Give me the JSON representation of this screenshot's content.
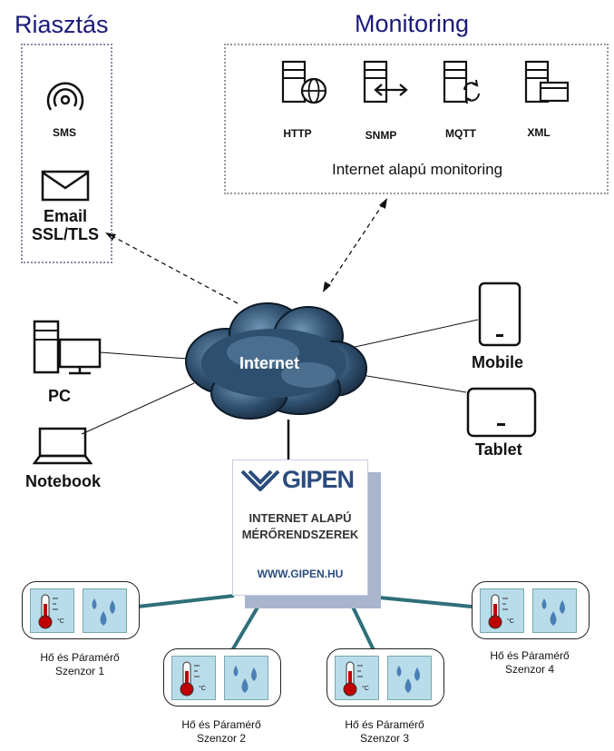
{
  "alarm": {
    "title": "Riasztás",
    "sms_label": "SMS",
    "email_label_1": "Email",
    "email_label_2": "SSL/TLS",
    "icons": [
      "wireless-icon",
      "envelope-icon"
    ]
  },
  "monitoring": {
    "title": "Monitoring",
    "protocols": [
      "HTTP",
      "SNMP",
      "MQTT",
      "XML"
    ],
    "caption": "Internet alapú monitoring"
  },
  "cloud": {
    "label": "Internet"
  },
  "devices": {
    "pc": "PC",
    "notebook": "Notebook",
    "mobile": "Mobile",
    "tablet": "Tablet"
  },
  "gipen": {
    "logo_text": "GIPEN",
    "line1": "INTERNET ALAPÚ",
    "line2": "MÉRŐRENDSZEREK",
    "url": "WWW.GIPEN.HU"
  },
  "sensors": [
    {
      "label1": "Hő és Páramérő",
      "label2": "Szenzor 1"
    },
    {
      "label1": "Hő és Páramérő",
      "label2": "Szenzor 2"
    },
    {
      "label1": "Hő és Páramérő",
      "label2": "Szenzor 3"
    },
    {
      "label1": "Hő és Páramérő",
      "label2": "Szenzor 4"
    }
  ],
  "thermometer_unit": "°C",
  "colors": {
    "title": "#1a1a7a",
    "cloud": "#2c4a66",
    "link": "#2e6f7a",
    "thermo": "#c00000",
    "tile": "#b9dcea"
  }
}
